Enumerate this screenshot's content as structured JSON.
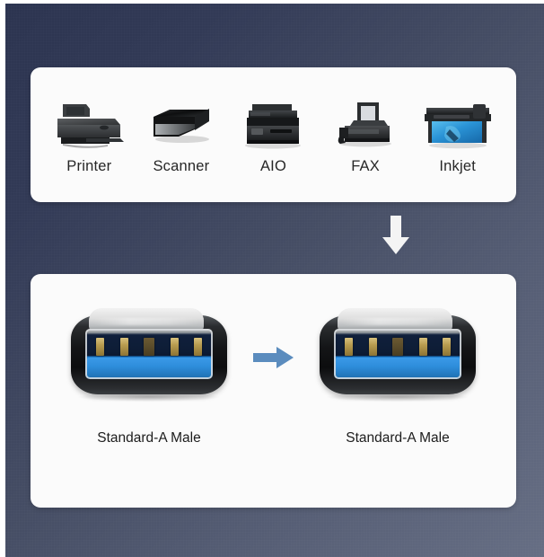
{
  "background": {
    "gradient_from": "#2c3450",
    "gradient_to": "#666e84"
  },
  "devices_panel": {
    "background": "#fbfbfb",
    "items": [
      {
        "label": "Printer",
        "icon": "printer-icon"
      },
      {
        "label": "Scanner",
        "icon": "scanner-icon"
      },
      {
        "label": "AIO",
        "icon": "aio-printer-icon"
      },
      {
        "label": "FAX",
        "icon": "fax-machine-icon"
      },
      {
        "label": "Inkjet",
        "icon": "large-format-inkjet-plotter-icon"
      }
    ]
  },
  "flow_arrow": {
    "icon": "arrow-down-icon",
    "color": "#f4f4f4"
  },
  "connectors_panel": {
    "background": "#fbfbfb",
    "left_connector": {
      "label": "Standard-A Male",
      "icon": "usb-standard-a-male-icon",
      "shell_color": "#0c0d0e",
      "tongue_color": "#2e8ddb",
      "pin_color": "#b89c4f",
      "pin_count": 5
    },
    "middle_arrow": {
      "icon": "arrow-right-icon",
      "color": "#5b8cbe"
    },
    "right_connector": {
      "label": "Standard-A Male",
      "icon": "usb-standard-a-male-icon",
      "shell_color": "#0c0d0e",
      "tongue_color": "#2e8ddb",
      "pin_color": "#b89c4f",
      "pin_count": 5
    }
  }
}
